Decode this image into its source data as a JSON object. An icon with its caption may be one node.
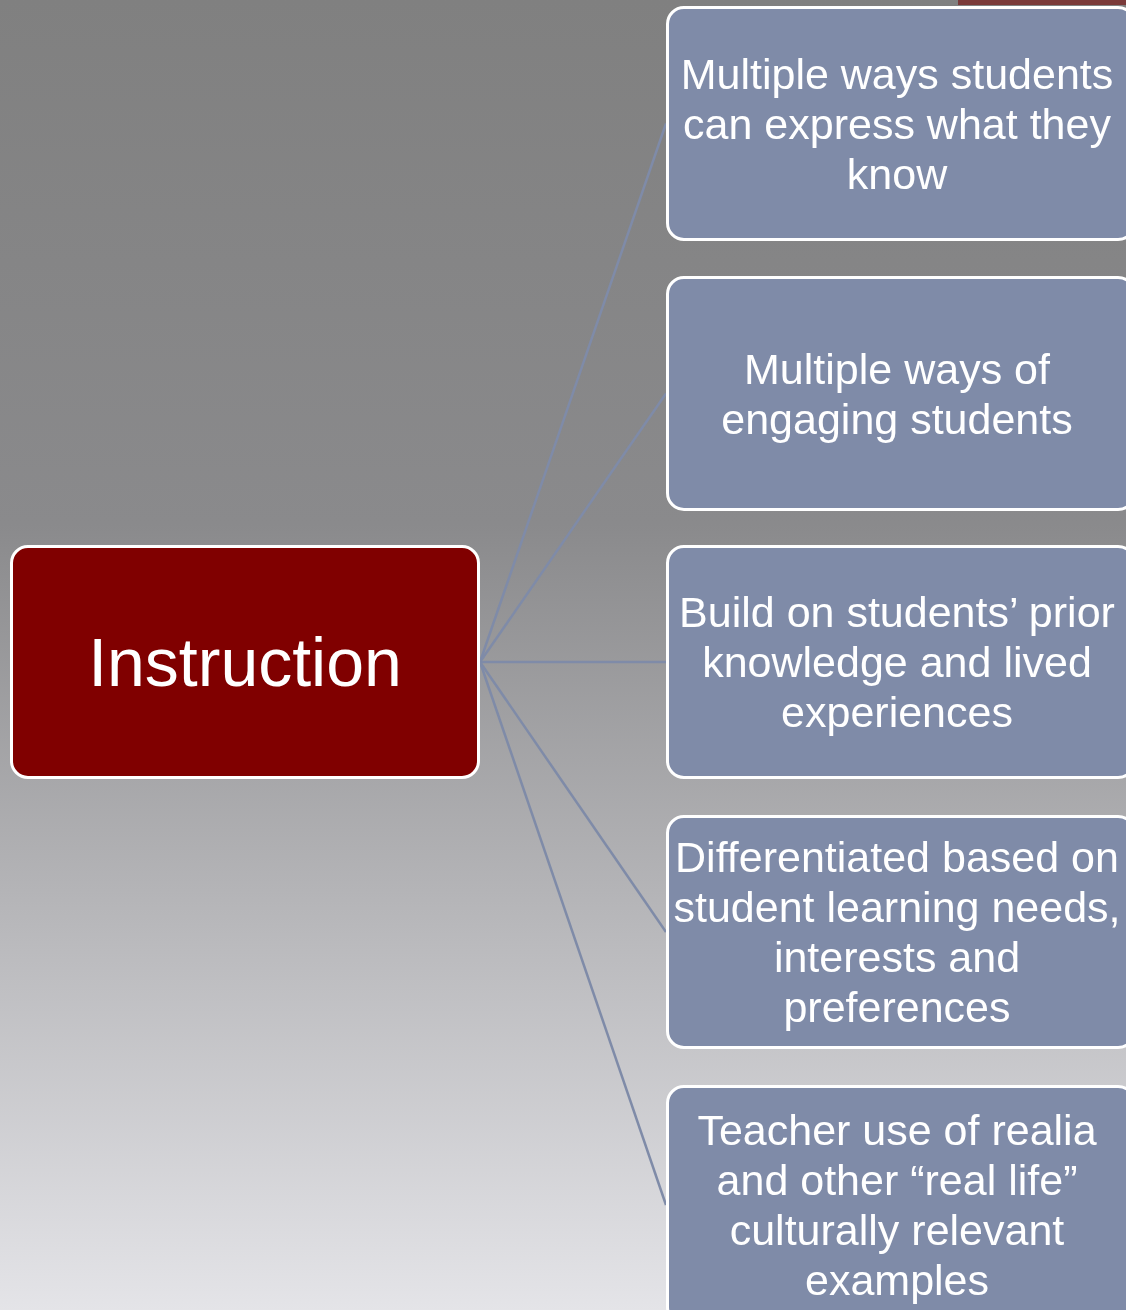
{
  "diagram": {
    "nodes": [
      {
        "text": [
          "Instruction"
        ]
      },
      {
        "text": [
          "Multiple ways students can express what they know"
        ]
      },
      {
        "text": [
          "Multiple ways of engaging students"
        ]
      },
      {
        "text": [
          "Build on students’ prior knowledge and lived experiences"
        ]
      },
      {
        "text": [
          "Differentiated based on student learning needs, interests and preferences"
        ]
      },
      {
        "text": [
          "Teacher use of realia and other “real life” culturally relevant examples"
        ]
      }
    ],
    "edges": [
      {
        "from": 0,
        "to": 1,
        "arrow": "none"
      },
      {
        "from": 0,
        "to": 2,
        "arrow": "none"
      },
      {
        "from": 0,
        "to": 3,
        "arrow": "none"
      },
      {
        "from": 0,
        "to": 4,
        "arrow": "none"
      },
      {
        "from": 0,
        "to": 5,
        "arrow": "none"
      }
    ]
  }
}
